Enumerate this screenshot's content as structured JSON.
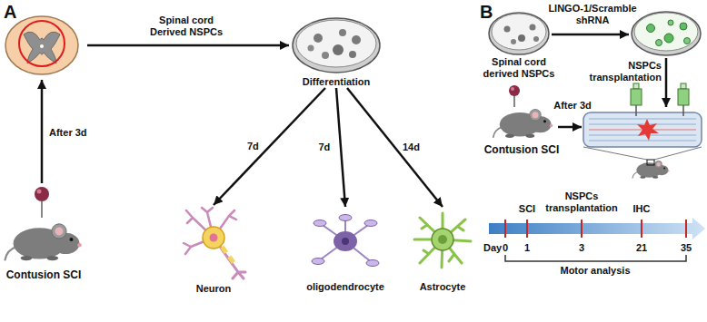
{
  "diagram": {
    "nodes": [
      {
        "text": [
          "Contusion SCI"
        ]
      },
      {
        "text": [
          "Differentiation"
        ]
      },
      {
        "text": [
          "Neuron"
        ]
      },
      {
        "text": [
          "oligodendrocyte"
        ]
      },
      {
        "text": [
          "Astrocyte"
        ]
      },
      {
        "text": [
          "Spinal cord derived NSPCs"
        ]
      },
      {
        "text": [
          "Contusion SCI"
        ]
      }
    ],
    "edges": [
      {
        "from": 1,
        "to": 2,
        "arrow": "to",
        "label": "7d"
      },
      {
        "from": 1,
        "to": 3,
        "arrow": "to",
        "label": "7d"
      },
      {
        "from": 1,
        "to": 4,
        "arrow": "to",
        "label": "14d"
      }
    ],
    "labels": [
      "A",
      "After 3d",
      "Spinal cord Derived NSPCs",
      "B",
      "LINGO-1/Scramble shRNA",
      "NSPCs transplantation",
      "After 3d",
      "Day",
      "0",
      "1",
      "3",
      "21",
      "35",
      "SCI",
      "NSPCs transplantation",
      "IHC",
      "Motor analysis"
    ]
  }
}
